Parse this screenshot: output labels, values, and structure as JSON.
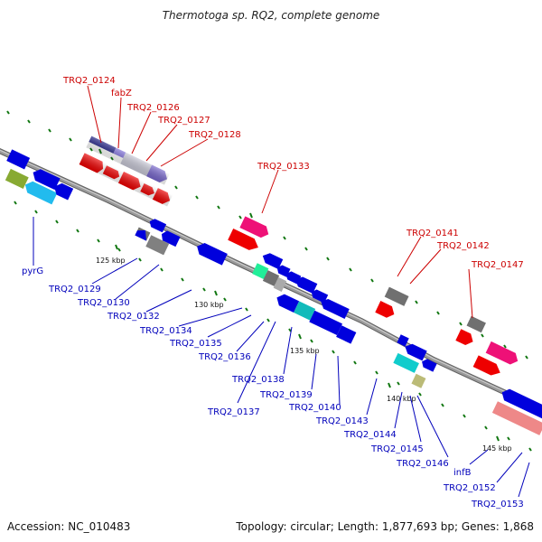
{
  "title": "Thermotoga sp. RQ2, complete genome",
  "footer": {
    "accession": "Accession: NC_010483",
    "summary": "Topology: circular; Length: 1,877,693 bp; Genes: 1,868"
  },
  "colors": {
    "forward_label": "#cc0000",
    "reverse_label": "#0000bb",
    "backbone": "#808080",
    "tick": "#117711"
  },
  "ticks": [
    "125 kbp",
    "130 kbp",
    "135 kbp",
    "140 kbp",
    "145 kbp"
  ],
  "forward_labels": [
    "TRQ2_0124",
    "fabZ",
    "TRQ2_0126",
    "TRQ2_0127",
    "TRQ2_0128",
    "TRQ2_0133",
    "TRQ2_0141",
    "TRQ2_0142",
    "TRQ2_0147"
  ],
  "reverse_labels": [
    "pyrG",
    "TRQ2_0129",
    "TRQ2_0130",
    "TRQ2_0132",
    "TRQ2_0134",
    "TRQ2_0135",
    "TRQ2_0136",
    "TRQ2_0137",
    "TRQ2_0138",
    "TRQ2_0139",
    "TRQ2_0140",
    "TRQ2_0143",
    "TRQ2_0144",
    "TRQ2_0145",
    "TRQ2_0146",
    "infB",
    "TRQ2_0152",
    "TRQ2_0153"
  ]
}
